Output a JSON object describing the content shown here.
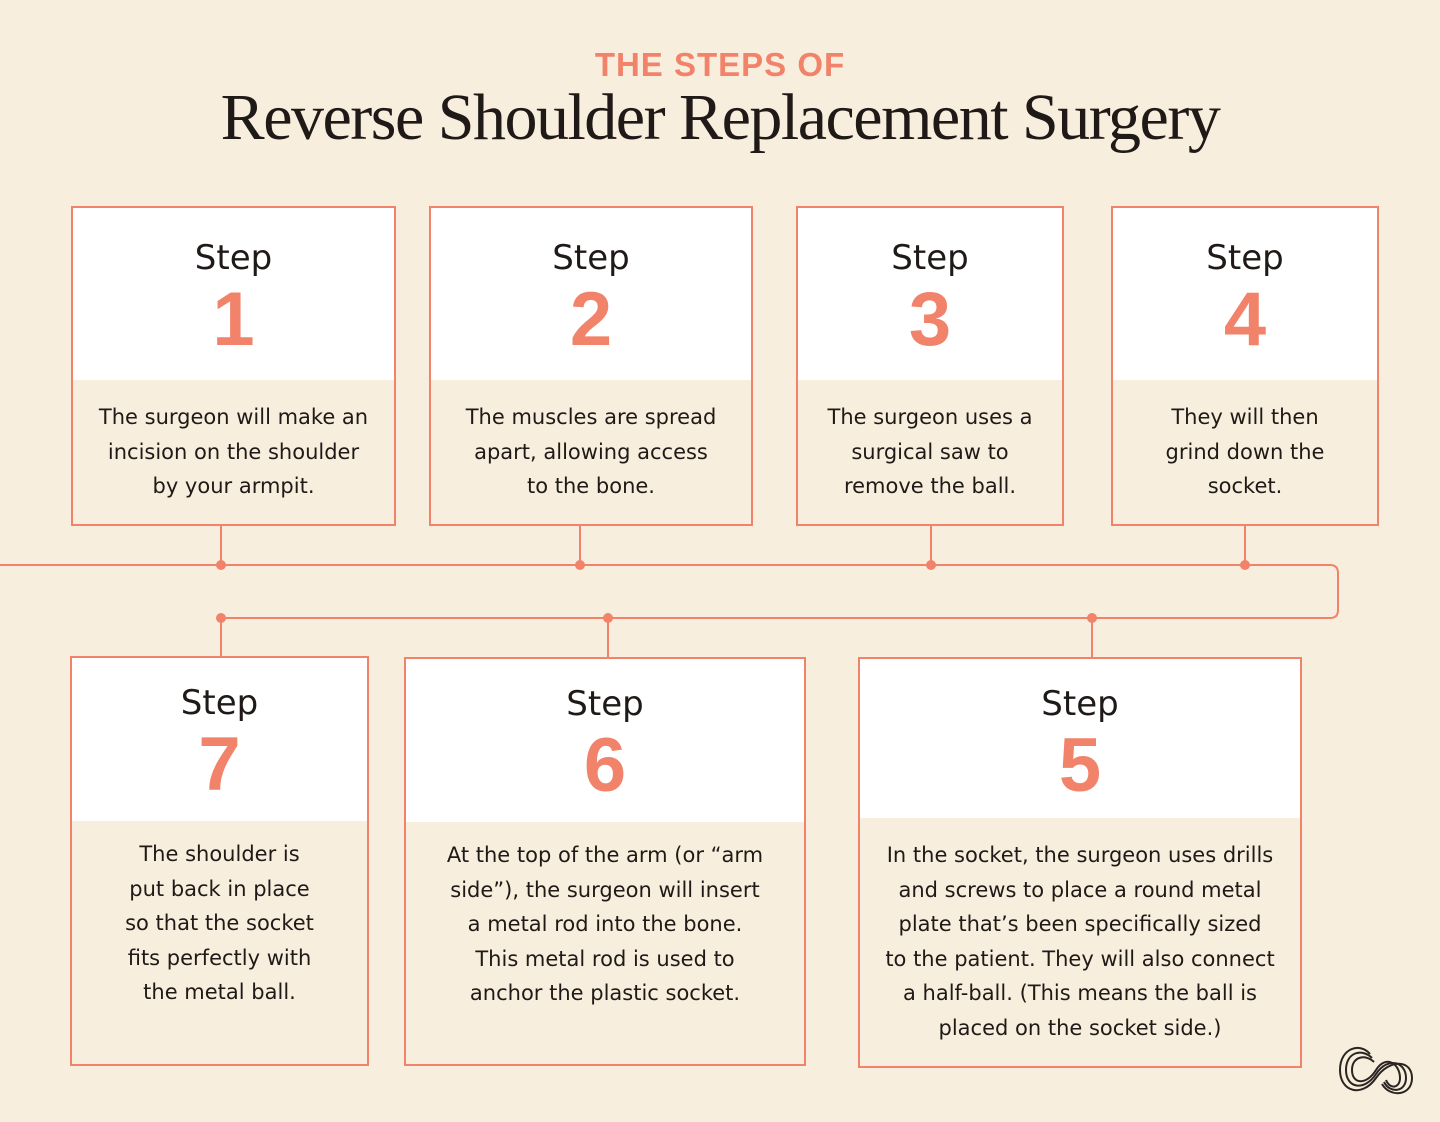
{
  "header": {
    "kicker": "THE STEPS OF",
    "title": "Reverse Shoulder Replacement Surgery"
  },
  "steps": [
    {
      "word": "Step",
      "number": "1",
      "text": "The surgeon will make an incision on the shoulder by your armpit."
    },
    {
      "word": "Step",
      "number": "2",
      "text": "The muscles are spread apart, allowing access to the bone."
    },
    {
      "word": "Step",
      "number": "3",
      "text": "The surgeon uses a surgical saw to remove the ball."
    },
    {
      "word": "Step",
      "number": "4",
      "text": "They will then grind down the socket."
    },
    {
      "word": "Step",
      "number": "5",
      "text": "In the socket, the surgeon uses drills and screws to place a round metal plate that’s been specifically sized to the patient. They will also connect a half-ball. (This means the ball is placed on the socket side.)"
    },
    {
      "word": "Step",
      "number": "6",
      "text": "At the top of the arm (or “arm side”), the surgeon will insert a metal rod into the bone. This metal rod is used to anchor the plastic socket."
    },
    {
      "word": "Step",
      "number": "7",
      "text": "The shoulder is put back in place so that the socket fits perfectly with the metal ball."
    }
  ],
  "colors": {
    "accent": "#f2836b",
    "background": "#f8eedd",
    "card_head": "#ffffff",
    "text": "#1f1a17"
  },
  "logo_icon": "infinity-knot-icon"
}
